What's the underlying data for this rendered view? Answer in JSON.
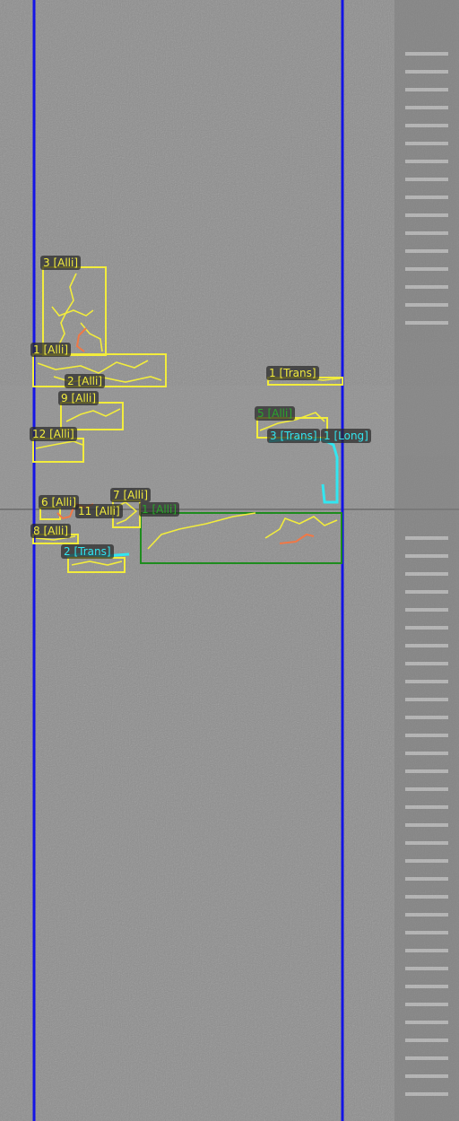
{
  "image": {
    "description_free": true,
    "colors": {
      "pavement": "#8d8d8d",
      "lane_line": "#1414e6",
      "alligator": "#f2ec3c",
      "transverse_longitudinal": "#32e6f0",
      "patch": "#1e8c1e",
      "highlight": "#f07846"
    }
  },
  "labels": {
    "l3": "3 [Alli]",
    "l1": "1 [Alli]",
    "l2": "2 [Alli]",
    "l9": "9 [Alli]",
    "l12": "12 [Alli]",
    "l6": "6 [Alli]",
    "l7": "7 [Alli]",
    "l11": "11 [Alli]",
    "l8": "8 [Alli]",
    "l2t": "2 [Trans]",
    "lt1": "1 [Trans]",
    "l5": "5 [Alli]",
    "l3t": "3 [Trans]",
    "l1long": "1 [Long]",
    "lpatch": "1 [Alli]"
  }
}
